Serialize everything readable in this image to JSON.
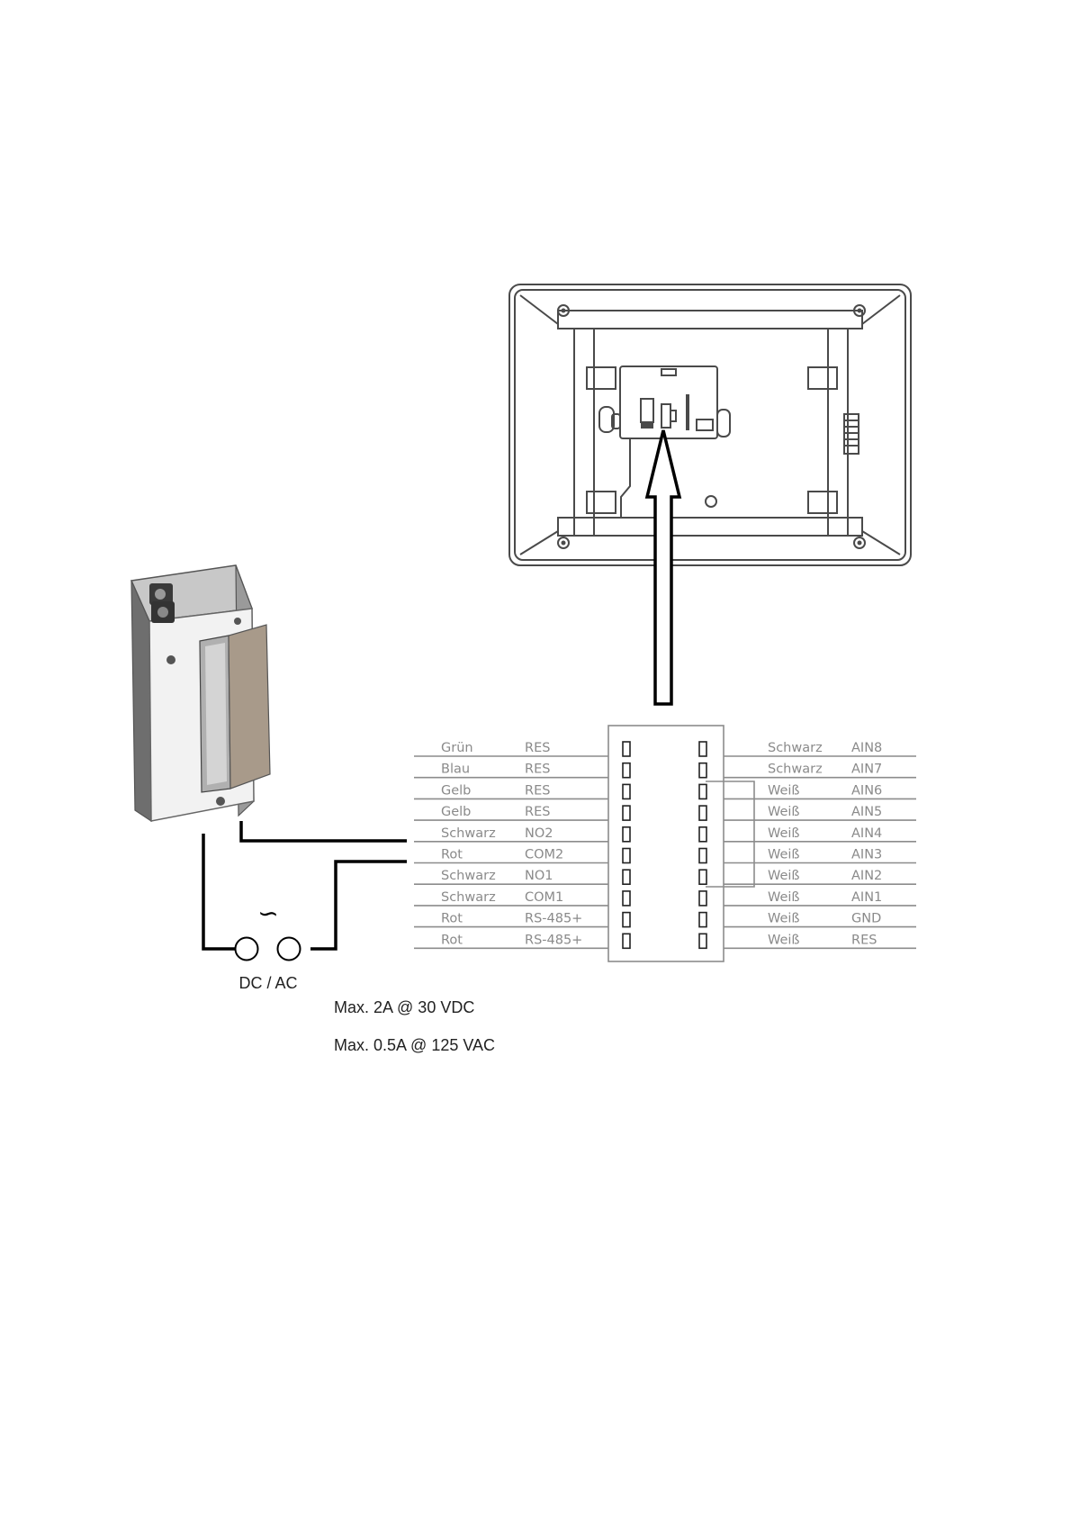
{
  "colors": {
    "wire": "#8c8c8c",
    "label": "#8a8a8a",
    "line": "#000000",
    "device_outline": "#4a4a4a"
  },
  "connector": {
    "left_rows": [
      {
        "color": "Grün",
        "signal": "RES"
      },
      {
        "color": "Blau",
        "signal": "RES"
      },
      {
        "color": "Gelb",
        "signal": "RES"
      },
      {
        "color": "Gelb",
        "signal": "RES"
      },
      {
        "color": "Schwarz",
        "signal": "NO2"
      },
      {
        "color": "Rot",
        "signal": "COM2"
      },
      {
        "color": "Schwarz",
        "signal": "NO1"
      },
      {
        "color": "Schwarz",
        "signal": "COM1"
      },
      {
        "color": "Rot",
        "signal": "RS-485+"
      },
      {
        "color": "Rot",
        "signal": "RS-485+"
      }
    ],
    "right_rows": [
      {
        "color": "Schwarz",
        "signal": "AIN8"
      },
      {
        "color": "Schwarz",
        "signal": "AIN7"
      },
      {
        "color": "Weiß",
        "signal": "AIN6"
      },
      {
        "color": "Weiß",
        "signal": "AIN5"
      },
      {
        "color": "Weiß",
        "signal": "AIN4"
      },
      {
        "color": "Weiß",
        "signal": "AIN3"
      },
      {
        "color": "Weiß",
        "signal": "AIN2"
      },
      {
        "color": "Weiß",
        "signal": "AIN1"
      },
      {
        "color": "Weiß",
        "signal": "GND"
      },
      {
        "color": "Weiß",
        "signal": "RES"
      }
    ]
  },
  "supply": {
    "symbol": "∽",
    "label": "DC / AC"
  },
  "notes": {
    "dc_rating": "Max. 2A @ 30 VDC",
    "ac_rating": "Max. 0.5A @ 125 VAC"
  },
  "icons": {
    "door_opener": "electric-door-strike-icon",
    "panel": "panel-back-icon"
  }
}
